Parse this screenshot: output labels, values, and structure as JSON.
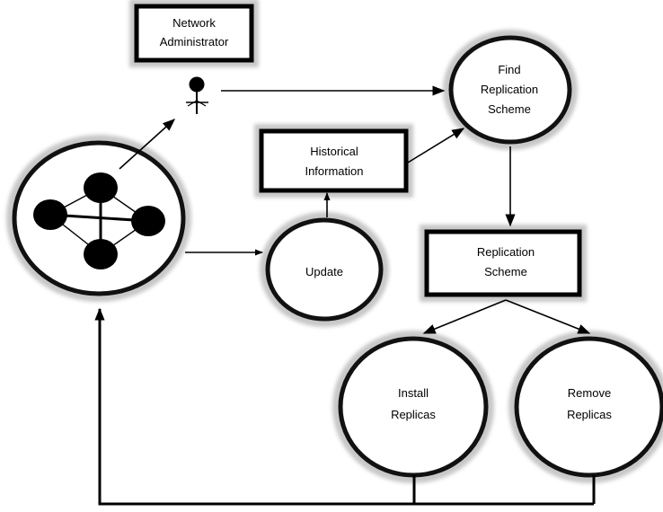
{
  "diagram": {
    "nodes": {
      "network_administrator": {
        "lines": [
          "Network",
          "Administrator"
        ]
      },
      "find_replication_scheme": {
        "lines": [
          "Find",
          "Replication",
          "Scheme"
        ]
      },
      "historical_information": {
        "lines": [
          "Historical",
          "Information"
        ]
      },
      "update": {
        "lines": [
          "Update"
        ]
      },
      "replication_scheme": {
        "lines": [
          "Replication",
          "Scheme"
        ]
      },
      "install_replicas": {
        "lines": [
          "Install",
          "Replicas"
        ]
      },
      "remove_replicas": {
        "lines": [
          "Remove",
          "Replicas"
        ]
      }
    },
    "icons": {
      "administrator": "person-icon",
      "network": "network-topology-icon"
    },
    "colors": {
      "stroke": "#000000",
      "halo": "#9a9a9a",
      "background": "#ffffff"
    }
  }
}
